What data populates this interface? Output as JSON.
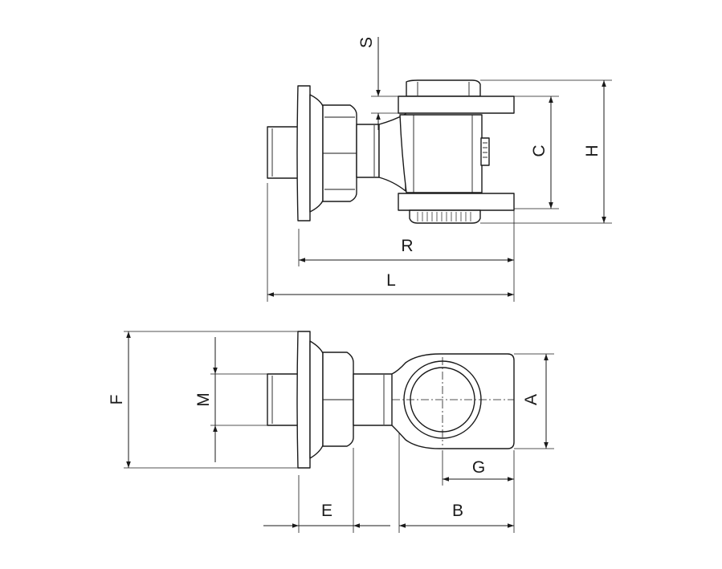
{
  "labels": {
    "S": "S",
    "C": "C",
    "H": "H",
    "R": "R",
    "L": "L",
    "F": "F",
    "M": "M",
    "A": "A",
    "G": "G",
    "E": "E",
    "B": "B"
  }
}
